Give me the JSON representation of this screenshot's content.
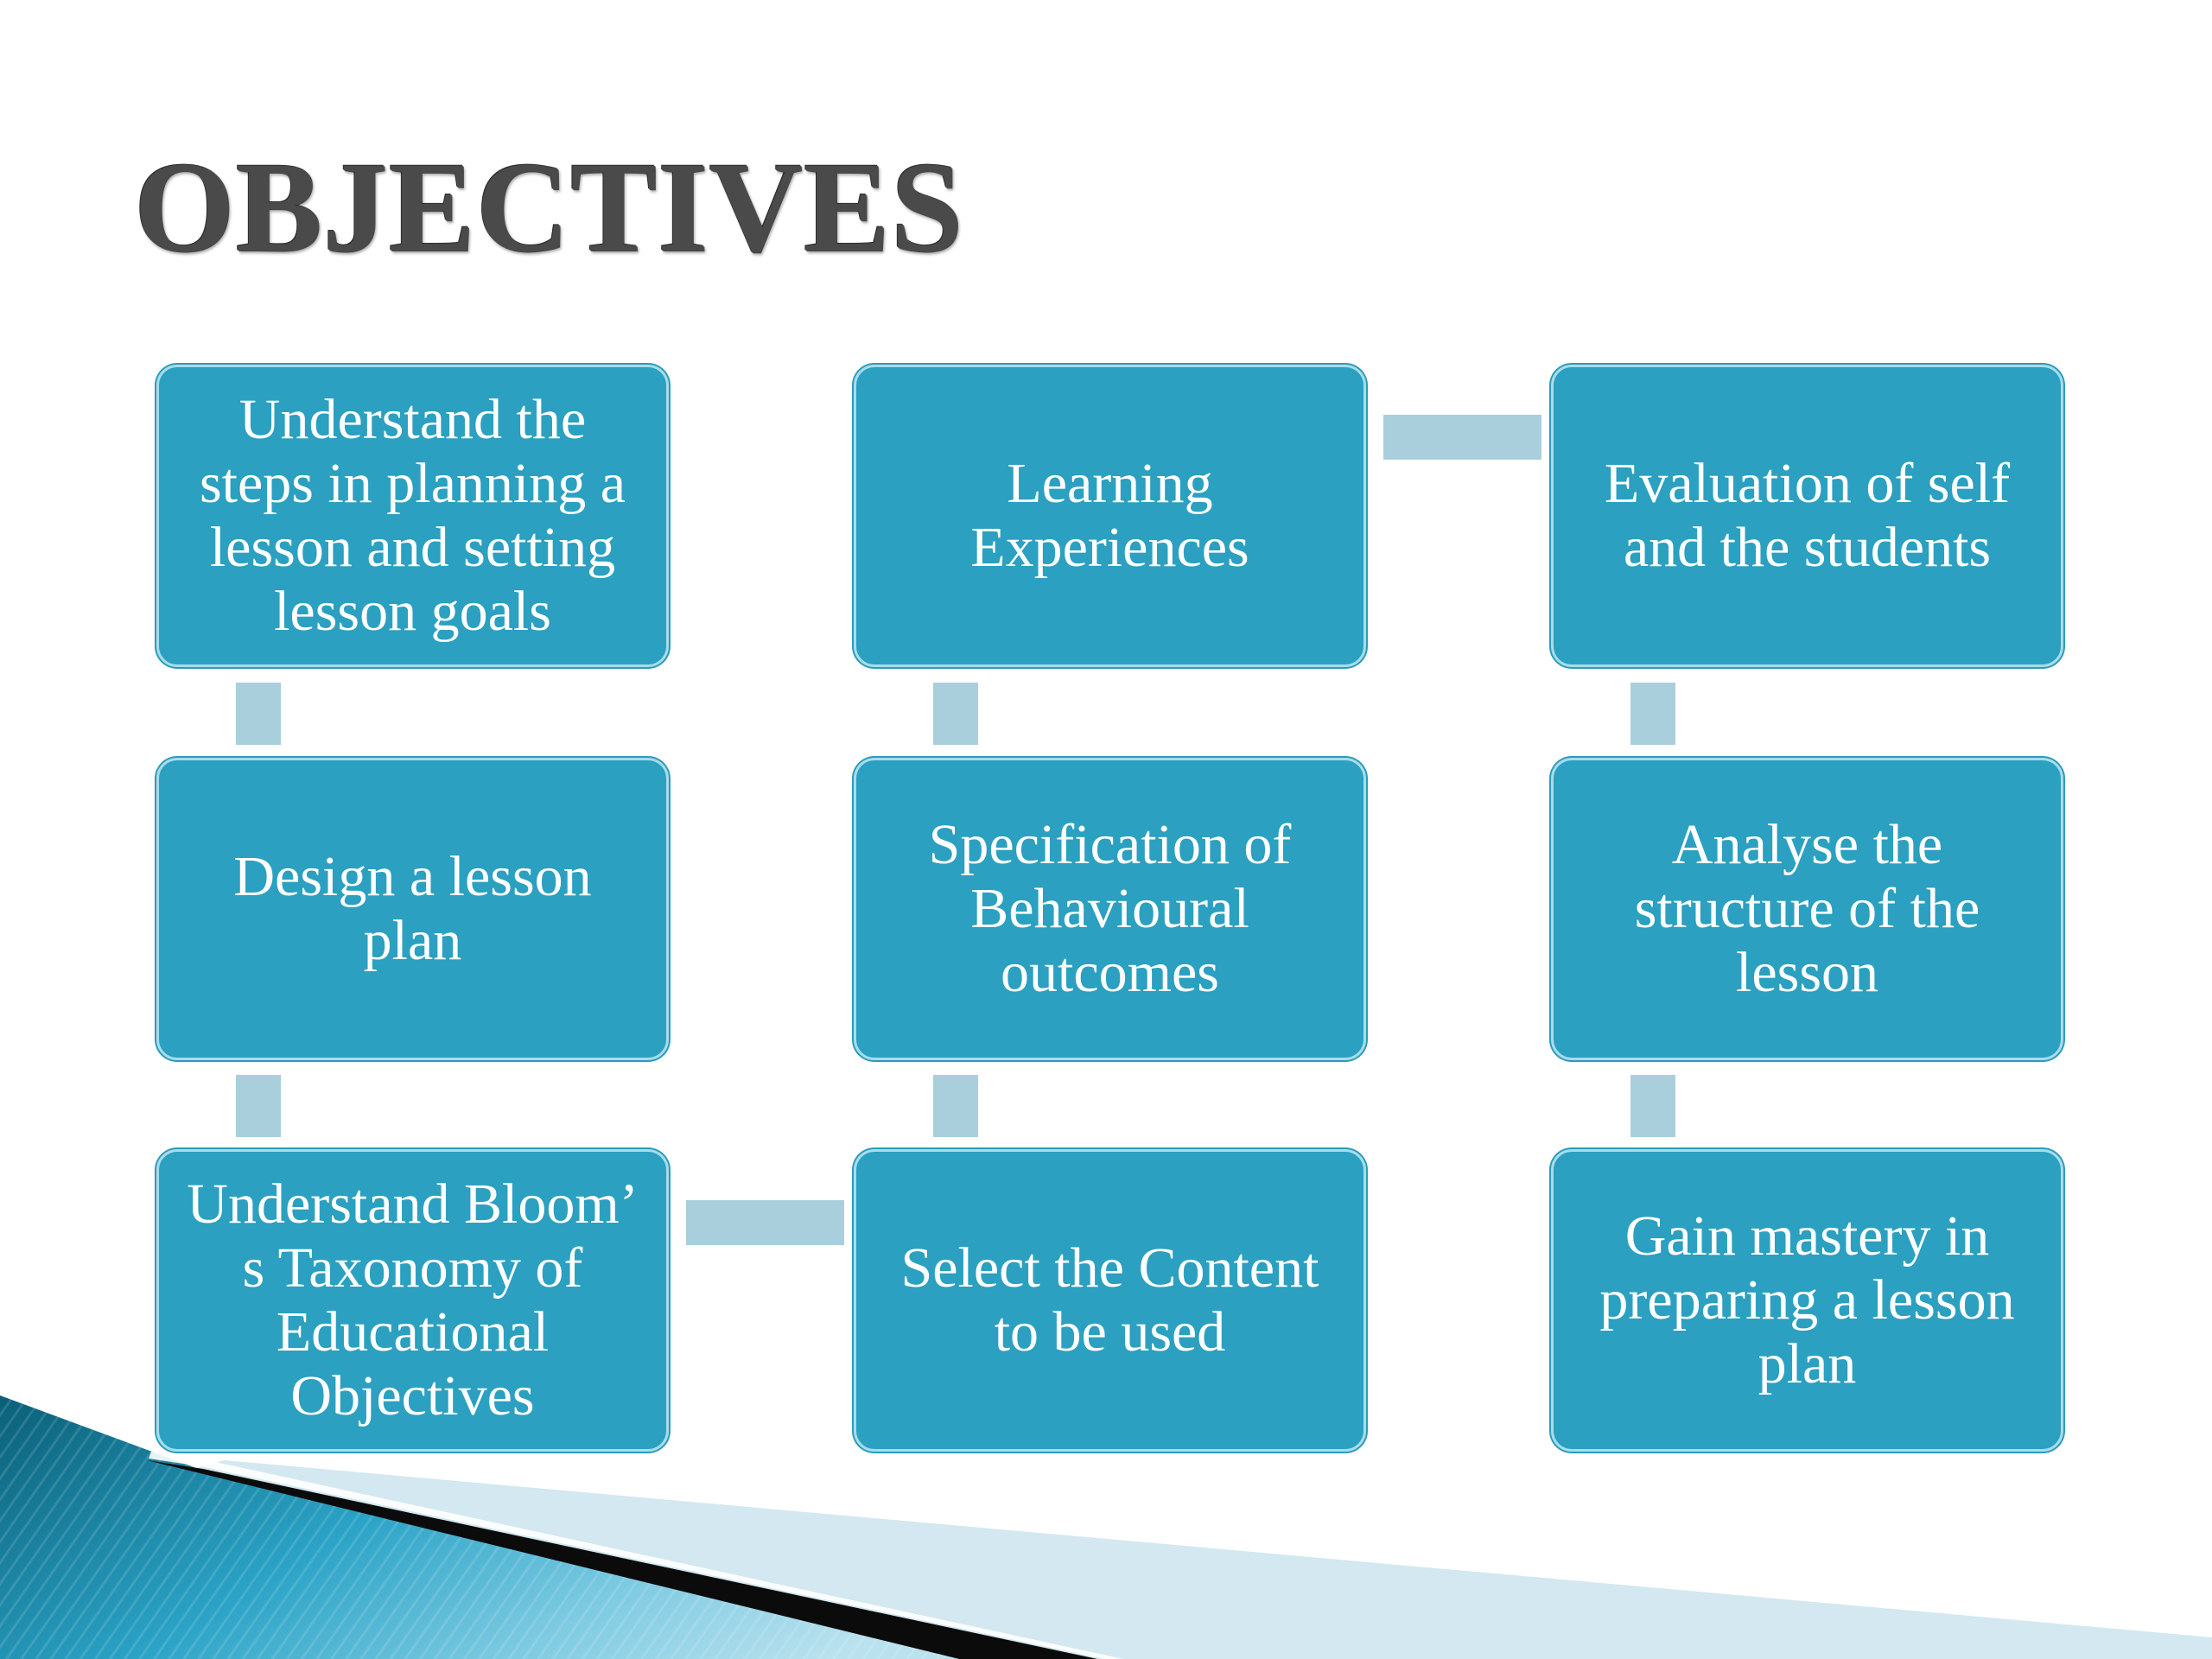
{
  "slide": {
    "title": "OBJECTIVES"
  },
  "diagram": {
    "nodes": [
      {
        "id": "n1",
        "label": "Understand the steps in planning a lesson and setting lesson goals"
      },
      {
        "id": "n2",
        "label": "Design a lesson plan"
      },
      {
        "id": "n3",
        "label": "Understand Bloom’ s Taxonomy of Educational Objectives"
      },
      {
        "id": "n4",
        "label": "Select the Content to be used"
      },
      {
        "id": "n5",
        "label": "Specification of Behavioural outcomes"
      },
      {
        "id": "n6",
        "label": "Learning Experiences"
      },
      {
        "id": "n7",
        "label": "Evaluation of self and the students"
      },
      {
        "id": "n8",
        "label": "Analyse the structure of the lesson"
      },
      {
        "id": "n9",
        "label": "Gain mastery in preparing a lesson plan"
      }
    ],
    "edges": [
      {
        "from": "n1",
        "to": "n2"
      },
      {
        "from": "n2",
        "to": "n3"
      },
      {
        "from": "n3",
        "to": "n4"
      },
      {
        "from": "n4",
        "to": "n5"
      },
      {
        "from": "n5",
        "to": "n6"
      },
      {
        "from": "n6",
        "to": "n7"
      },
      {
        "from": "n7",
        "to": "n8"
      },
      {
        "from": "n8",
        "to": "n9"
      }
    ]
  },
  "colors": {
    "node_fill": "#2ba0c1",
    "node_border": "#a7dceb",
    "connector": "#a9cfdc",
    "title_text": "#4a4a4a"
  }
}
